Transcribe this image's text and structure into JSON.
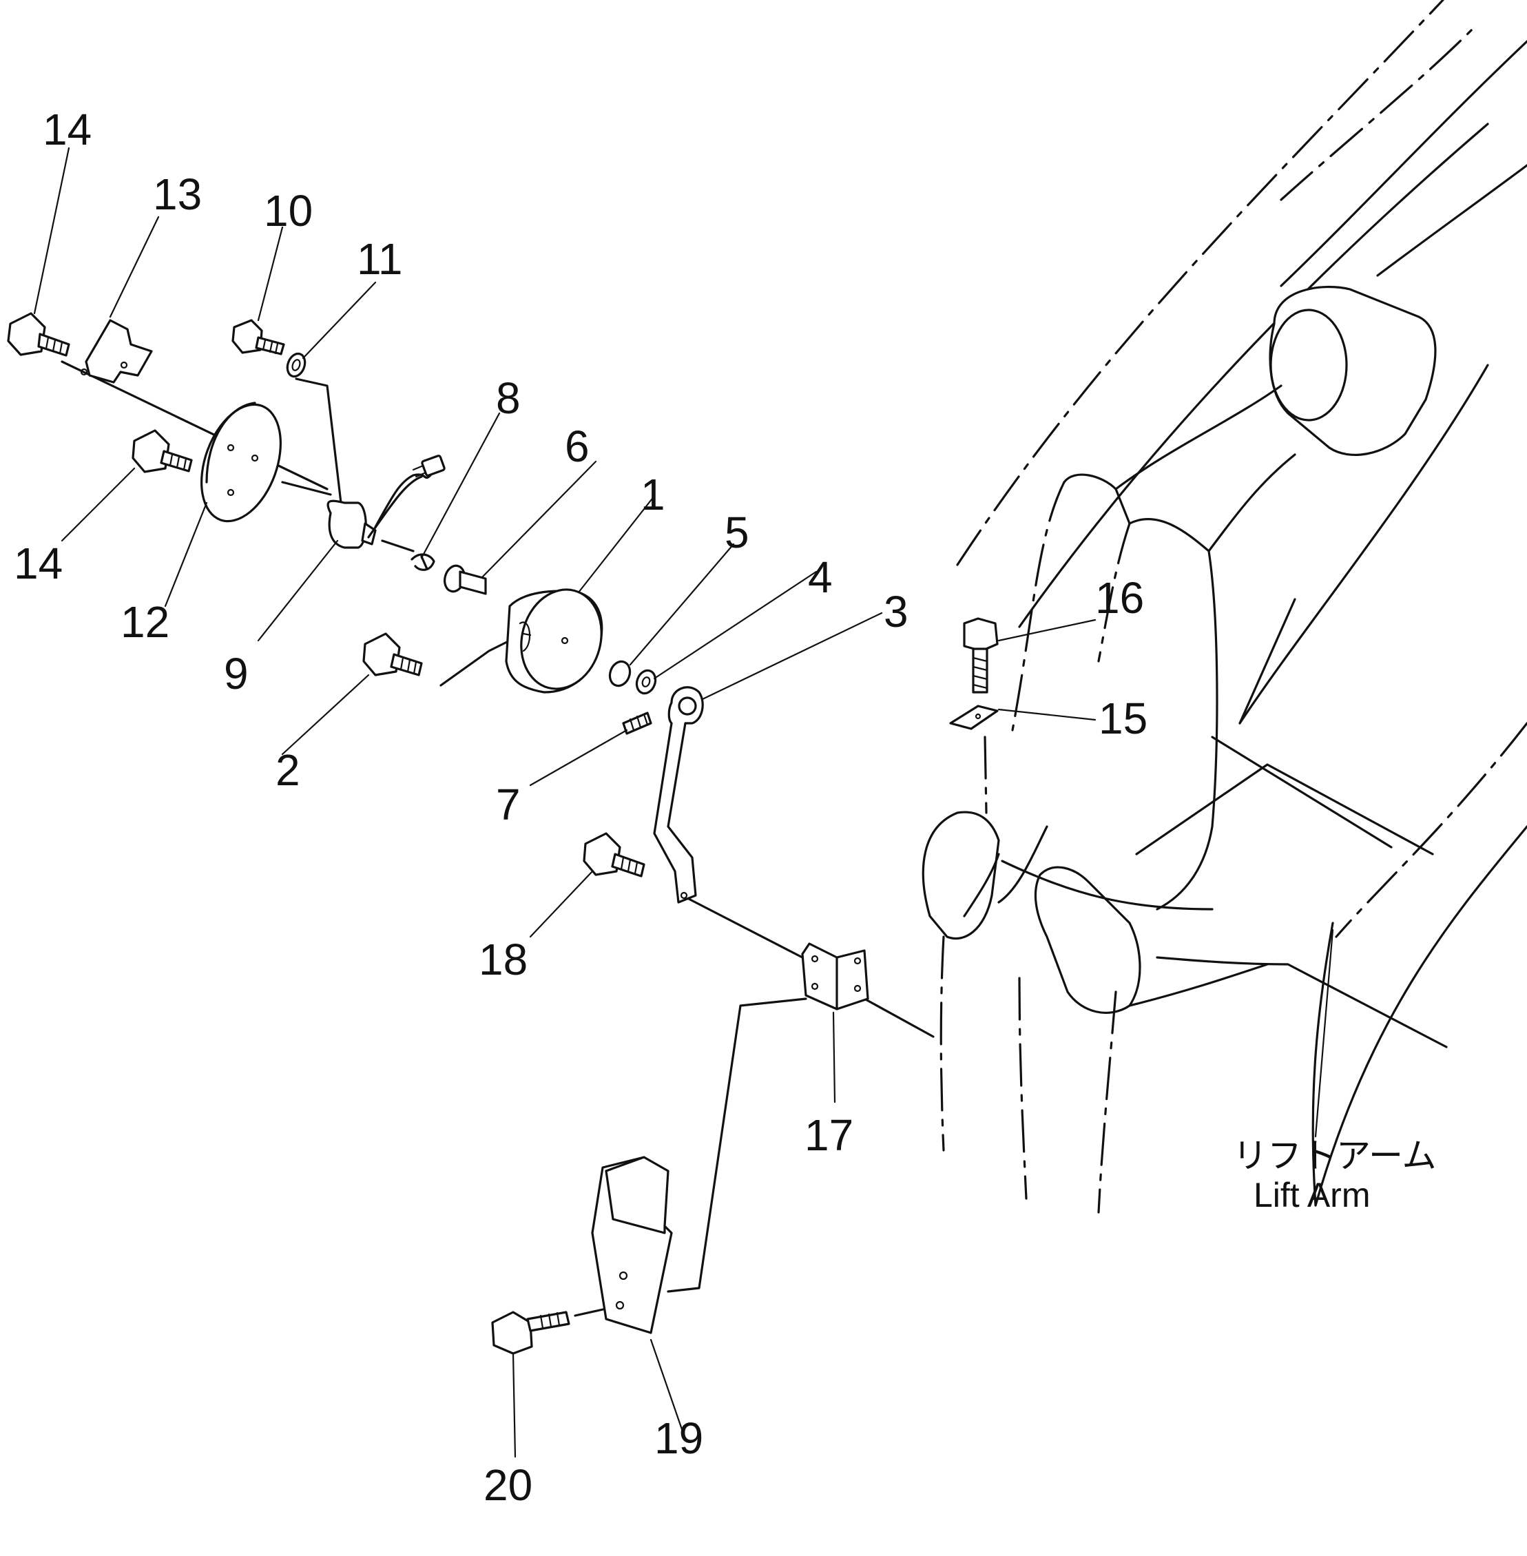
{
  "labels": {
    "p1": "1",
    "p2": "2",
    "p3": "3",
    "p4": "4",
    "p5": "5",
    "p6": "6",
    "p7": "7",
    "p8": "8",
    "p9": "9",
    "p10": "10",
    "p11": "11",
    "p12": "12",
    "p13": "13",
    "p14a": "14",
    "p14b": "14",
    "p15": "15",
    "p16": "16",
    "p17": "17",
    "p18": "18",
    "p19": "19",
    "p20": "20"
  },
  "caption": {
    "ja": "リフトアーム",
    "en": "Lift Arm"
  }
}
